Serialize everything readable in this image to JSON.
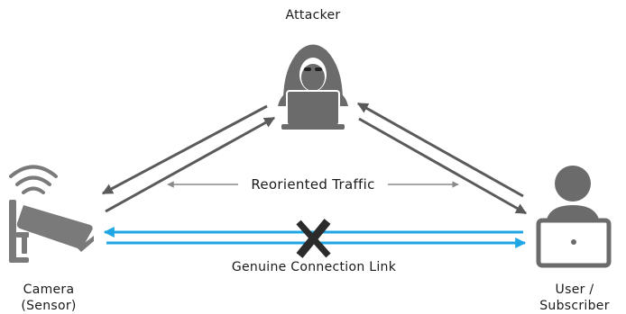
{
  "labels": {
    "attacker": "Attacker",
    "reoriented_traffic": "Reoriented Traffic",
    "genuine_link": "Genuine Connection Link",
    "camera_line1": "Camera",
    "camera_line2": "(Sensor)",
    "user_line1": "User /",
    "user_line2": "Subscriber"
  },
  "icons": {
    "attacker": "hooded-hacker-icon",
    "camera": "security-camera-icon",
    "wifi": "wifi-signal-icon",
    "user": "user-with-laptop-icon",
    "blocked": "x-mark-icon"
  },
  "colors": {
    "icon_gray": "#6b6b6b",
    "dark_arrow": "#5a5a5a",
    "light_arrow": "#8a8a8a",
    "genuine_link": "#1ea7e4",
    "x_mark": "#2b2b2b"
  }
}
